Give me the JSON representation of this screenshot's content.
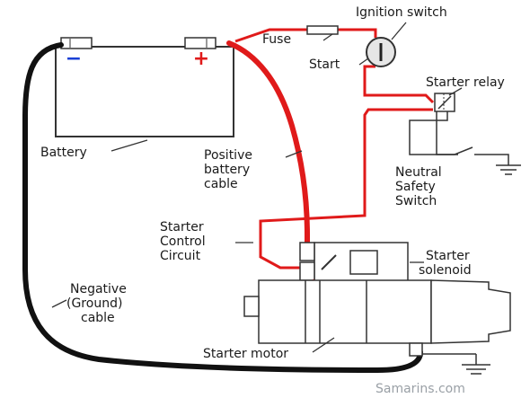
{
  "labels": {
    "ignition_switch": "Ignition switch",
    "fuse": "Fuse",
    "start": "Start",
    "starter_relay": "Starter relay",
    "battery": "Battery",
    "positive_cable": [
      "Positive",
      "battery",
      "cable"
    ],
    "neutral_switch": [
      "Neutral",
      "Safety",
      "Switch"
    ],
    "control_circuit": [
      "Starter",
      "Control",
      "Circuit"
    ],
    "solenoid": [
      "Starter",
      "solenoid"
    ],
    "negative_cable": [
      "Negative",
      "(Ground)",
      "cable"
    ],
    "starter_motor": "Starter motor",
    "watermark": "Samarins.com"
  },
  "battery_terminals": {
    "negative": "−",
    "positive": "+"
  },
  "colors": {
    "positive_cable": "#e01a1a",
    "control_wire": "#e01a1a",
    "negative_cable": "#111111",
    "outline": "#333333",
    "sign_negative": "#1a3fd6",
    "sign_positive": "#e01a1a"
  },
  "icons": [
    "battery-icon",
    "fuse-icon",
    "ignition-switch-icon",
    "relay-icon",
    "neutral-switch-icon",
    "solenoid-icon",
    "starter-motor-icon",
    "ground-icon"
  ]
}
